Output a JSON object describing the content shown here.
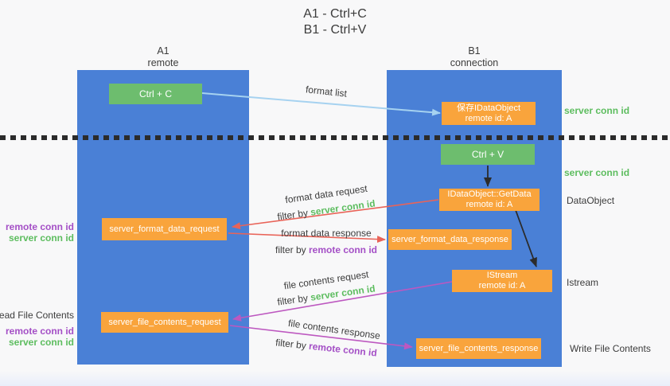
{
  "colors": {
    "column-blue": "#4a80d6",
    "box-green": "#6dbd6e",
    "box-orange": "#f9a43c",
    "arrow-blue": "#a6d2f0",
    "arrow-black": "#2b2b2b",
    "arrow-red": "#e96358",
    "arrow-magenta": "#bd58c0",
    "text-green": "#5dbd5f",
    "text-purple": "#a44fc6",
    "text-dark": "#3c3c3c",
    "background": "#f8f8f9"
  },
  "title": {
    "line1": "A1 - Ctrl+C",
    "line2": "B1 - Ctrl+V"
  },
  "columns": {
    "left": {
      "header_top": "A1",
      "header_bottom": "remote"
    },
    "right": {
      "header_top": "B1",
      "header_bottom": "connection"
    }
  },
  "boxes": {
    "ctrl_c": {
      "label": "Ctrl + C"
    },
    "save_idataobject": {
      "line1": "保存IDataObject",
      "line2": "remote id: A"
    },
    "ctrl_v": {
      "label": "Ctrl + V"
    },
    "getdata": {
      "line1": "IDataObject::GetData",
      "line2": "remote id: A"
    },
    "format_request": {
      "label": "server_format_data_request"
    },
    "format_response": {
      "label": "server_format_data_response"
    },
    "istream": {
      "line1": "IStream",
      "line2": "remote id: A"
    },
    "file_request": {
      "label": "server_file_contents_request"
    },
    "file_response": {
      "label": "server_file_contents_response"
    }
  },
  "flow_labels": {
    "format_list": "format list",
    "format_data_request": "format data request",
    "format_data_response": "format data response",
    "file_contents_request": "file contents request",
    "file_contents_response": "file contents response",
    "filter_by": "filter by ",
    "server_conn_id": "server conn id",
    "remote_conn_id": "remote conn id"
  },
  "side_labels": {
    "right_server_conn_id_top": "server conn id",
    "right_server_conn_id_mid": "server conn id",
    "dataobject": "DataObject",
    "istream": "Istream",
    "write_file_contents": "Write File Contents",
    "read_file_contents": "Read File Contents",
    "left_remote_conn_id_top": "remote conn id",
    "left_server_conn_id_top": "server conn id",
    "left_remote_conn_id_bottom": "remote conn id",
    "left_server_conn_id_bottom": "server conn id"
  }
}
